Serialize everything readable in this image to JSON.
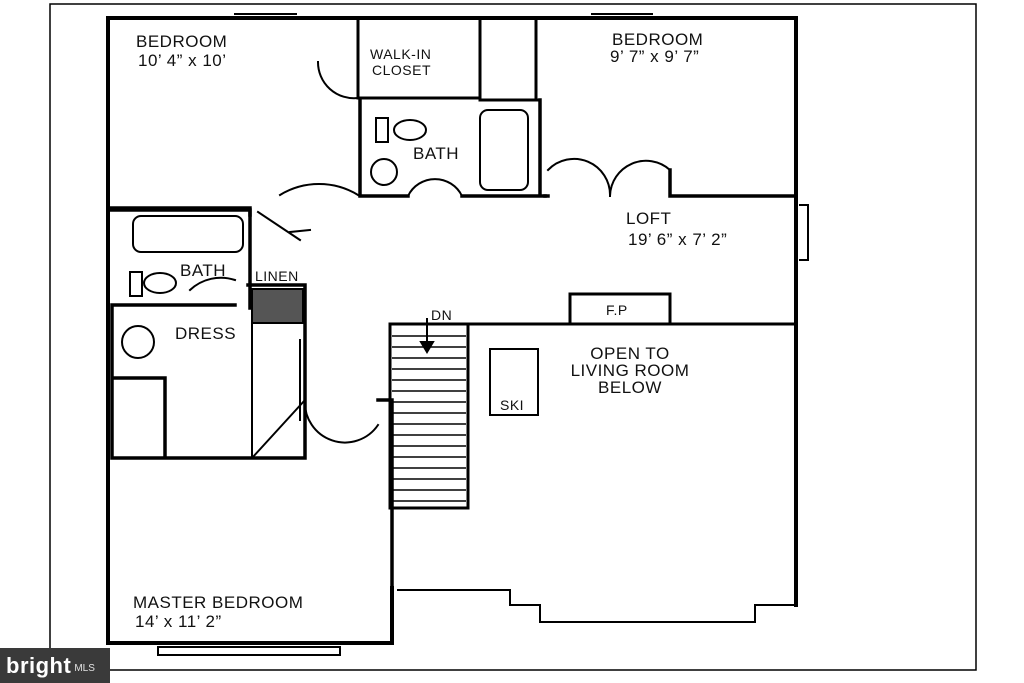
{
  "rooms": {
    "bedroom_nw": {
      "name": "BEDROOM",
      "size": "10’ 4” x 10’"
    },
    "walk_in_closet": {
      "line1": "WALK-IN",
      "line2": "CLOSET"
    },
    "bedroom_ne": {
      "name": "BEDROOM",
      "size": "9’ 7” x 9’ 7”"
    },
    "bath_upper": {
      "name": "BATH"
    },
    "loft": {
      "name": "LOFT",
      "size": "19’ 6” x 7’ 2”"
    },
    "bath_master": {
      "name": "BATH"
    },
    "linen": {
      "name": "LINEN"
    },
    "dress": {
      "name": "DRESS"
    },
    "fireplace": {
      "name": "F.P"
    },
    "stairs": {
      "label": "DN"
    },
    "open_area": {
      "line1": "OPEN TO",
      "line2": "LIVING ROOM",
      "line3": "BELOW"
    },
    "ski": {
      "name": "SKI"
    },
    "master_bedroom": {
      "name": "MASTER BEDROOM",
      "size": "14’ x 11’ 2”"
    }
  },
  "watermark": {
    "brand": "bright",
    "suffix": "MLS"
  }
}
